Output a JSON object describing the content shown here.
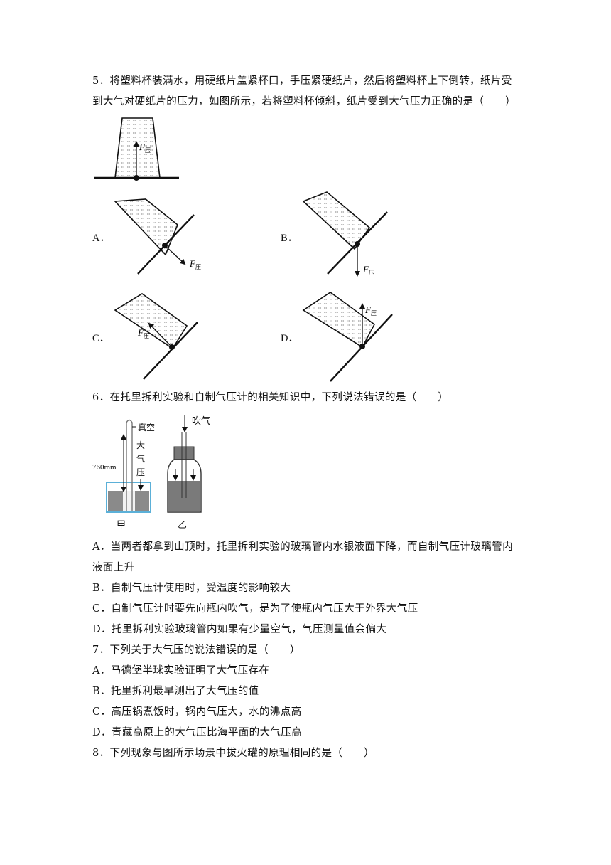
{
  "q5": {
    "line1": "5．将塑料杯装满水，用硬纸片盖紧杯口，手压紧硬纸片，然后将塑料杯上下倒转，纸片受",
    "line2": "到大气对硬纸片的压力，如图所示，若将塑料杯倾斜，纸片受到大气压力正确的是（　　）",
    "force_label": "F",
    "force_sub": "压",
    "options": [
      "A．",
      "B．",
      "C．",
      "D．"
    ]
  },
  "q6": {
    "stem": "6．在托里拆利实验和自制气压计的相关知识中，下列说法错误的是（　　）",
    "fig": {
      "vacuum": "真空",
      "atm1": "大",
      "atm2": "气",
      "atm3": "压",
      "height": "760mm",
      "blow": "吹气",
      "jia": "甲",
      "yi": "乙"
    },
    "optA1": "A．当两者都拿到山顶时，托里拆利实验的玻璃管内水银液面下降，而自制气压计玻璃管内",
    "optA2": "液面上升",
    "optB": "B．自制气压计使用时，受温度的影响较大",
    "optC": "C．自制气压计时要先向瓶内吹气，是为了使瓶内气压大于外界大气压",
    "optD": "D．托里拆利实验玻璃管内如果有少量空气，气压测量值会偏大"
  },
  "q7": {
    "stem": "7．下列关于大气压的说法错误的是（　　）",
    "optA": "A．马德堡半球实验证明了大气压存在",
    "optB": "B．托里拆利最早测出了大气压的值",
    "optC": "C．高压锅煮饭时，锅内气压大，水的沸点高",
    "optD": "D．青藏高原上的大气压比海平面的大气压高"
  },
  "q8": {
    "stem": "8．下列现象与图所示场景中拔火罐的原理相同的是（　　）"
  }
}
